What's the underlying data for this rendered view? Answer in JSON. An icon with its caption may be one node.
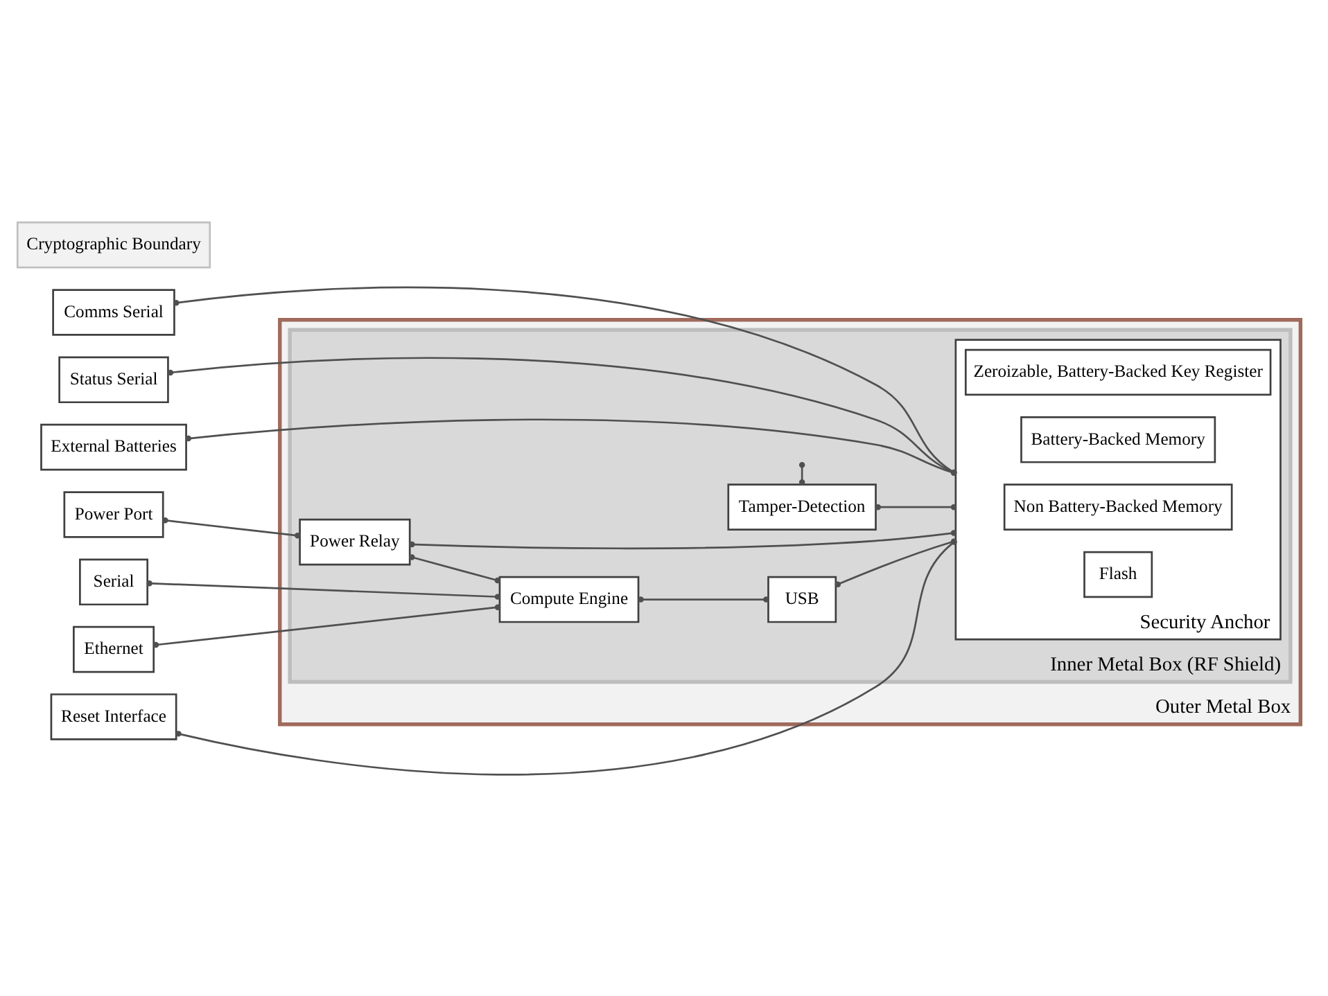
{
  "diagram": {
    "nodes": [
      {
        "text": [
          "Outer Metal Box"
        ]
      },
      {
        "text": [
          "Cryptographic Boundary"
        ]
      },
      {
        "text": [
          "Inner Metal Box (RF Shield)"
        ],
        "in": 0
      },
      {
        "text": [
          "Tamper-Detection"
        ],
        "in": 2
      },
      {
        "text": [
          "Security Anchor"
        ],
        "in": 2
      },
      {
        "text": [
          "Zeroizable, Battery-Backed Key Register"
        ],
        "in": 4
      },
      {
        "text": [
          "Battery-Backed Memory"
        ],
        "in": 4
      },
      {
        "text": [
          "Non Battery-Backed Memory"
        ],
        "in": 4
      },
      {
        "text": [
          "Flash"
        ],
        "in": 4
      },
      {
        "text": [
          "Comms Serial"
        ]
      },
      {
        "text": [
          "Status Serial"
        ]
      },
      {
        "text": [
          "External Batteries"
        ]
      },
      {
        "text": [
          "Power Port"
        ]
      },
      {
        "text": [
          "Power Relay"
        ],
        "in": 2
      },
      {
        "text": [
          "Serial"
        ]
      },
      {
        "text": [
          "Ethernet"
        ]
      },
      {
        "text": [
          "Compute Engine"
        ],
        "in": 2
      },
      {
        "text": [
          "USB"
        ],
        "in": 2
      },
      {
        "text": [
          "Reset Interface"
        ]
      }
    ],
    "edges": [
      {
        "from": 3,
        "to": 2,
        "arrow": "other"
      },
      {
        "from": 3,
        "to": 4,
        "arrow": "other"
      },
      {
        "from": 9,
        "to": 4,
        "arrow": "other"
      },
      {
        "from": 10,
        "to": 4,
        "arrow": "other"
      },
      {
        "from": 11,
        "to": 4,
        "arrow": "other"
      },
      {
        "from": 12,
        "to": 13,
        "arrow": "other"
      },
      {
        "from": 13,
        "to": 4,
        "arrow": "other"
      },
      {
        "from": 13,
        "to": 16,
        "arrow": "other"
      },
      {
        "from": 14,
        "to": 16,
        "arrow": "other"
      },
      {
        "from": 15,
        "to": 16,
        "arrow": "other"
      },
      {
        "from": 16,
        "to": 17,
        "arrow": "other"
      },
      {
        "from": 17,
        "to": 4,
        "arrow": "other"
      },
      {
        "from": 18,
        "to": 4,
        "arrow": "other"
      }
    ]
  }
}
